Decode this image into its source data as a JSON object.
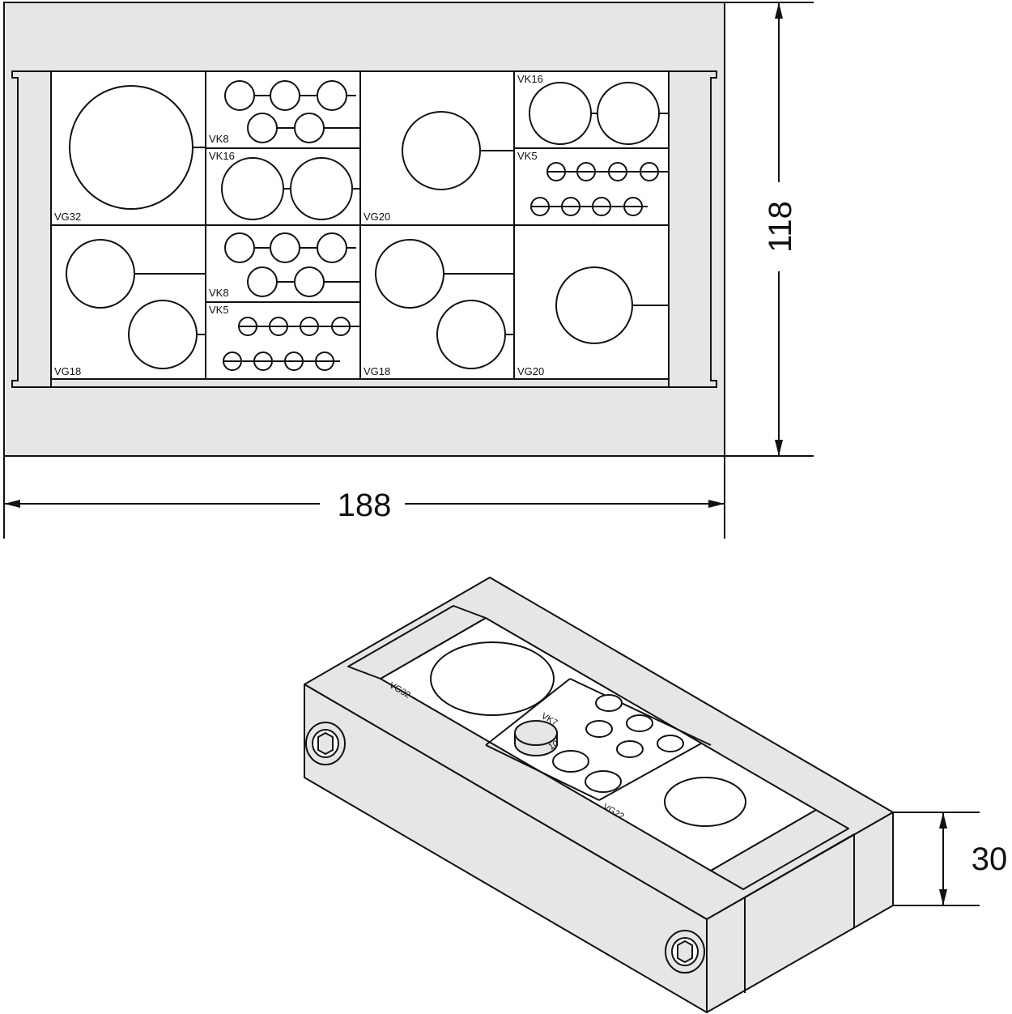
{
  "top_view": {
    "modules": {
      "vg32": "VG32",
      "vk8_top": "VK8",
      "vk16_left": "VK16",
      "vg20_top": "VG20",
      "vk16_right": "VK16",
      "vk5_top": "VK5",
      "vg18_left": "VG18",
      "vk8_bottom": "VK8",
      "vk5_bottom": "VK5",
      "vg18_mid": "VG18",
      "vg20_bottom": "VG20"
    },
    "dimensions": {
      "width": "188",
      "height": "118"
    }
  },
  "iso_view": {
    "labels": {
      "vg32": "VG32",
      "vk7": "VK7",
      "ten": "10",
      "vg22": "VG22"
    },
    "dimensions": {
      "depth": "30"
    }
  },
  "colors": {
    "frame_fill": "#e6e6e6",
    "line": "#111111",
    "insert_fill": "#ffffff"
  }
}
